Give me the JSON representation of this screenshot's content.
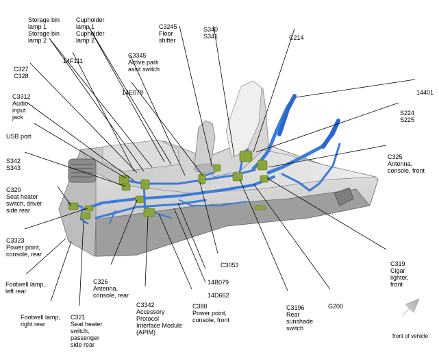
{
  "labels": {
    "storage_bin": [
      "Storage bin",
      "lamp 1",
      "Storage bin",
      "lamp 2"
    ],
    "cupholder": [
      "Cupholder",
      "lamp 1",
      "Cupholder",
      "lamp 2"
    ],
    "c3245": [
      "C3245",
      "Floor",
      "shifter"
    ],
    "s340": [
      "S340",
      "S341"
    ],
    "c214": [
      "C214"
    ],
    "f14f111": [
      "14F111"
    ],
    "c3345": [
      "C3345",
      "Active park",
      "assit switch"
    ],
    "c327": [
      "C327",
      "C328"
    ],
    "e14e078": [
      "14E078"
    ],
    "n14401": [
      "14401"
    ],
    "c3312": [
      "C3312",
      "Audio",
      "input",
      "jack"
    ],
    "s224": [
      "S224",
      "S225"
    ],
    "usb": [
      "USB port"
    ],
    "c325": [
      "C325",
      "Antenna,",
      "console, front"
    ],
    "s342": [
      "S342",
      "S343"
    ],
    "c320": [
      "C320",
      "Seat heater",
      "switch, driver",
      "side rear"
    ],
    "c3323": [
      "C3323",
      "Power point,",
      "console, rear"
    ],
    "c319": [
      "C319",
      "Cigar",
      "lighter,",
      "front"
    ],
    "c3053": [
      "C3053"
    ],
    "c326": [
      "C326",
      "Antenna,",
      "console, rear"
    ],
    "b14b079": [
      "14B079"
    ],
    "footwell_left": [
      "Footwell lamp,",
      "left rear"
    ],
    "d14d662": [
      "14D662"
    ],
    "g200": [
      "G200"
    ],
    "c3342": [
      "C3342",
      "Accessory",
      "Protocol",
      "Interface Module",
      "(APIM)"
    ],
    "c380": [
      "C380",
      "Power point,",
      "console, front"
    ],
    "c3196": [
      "C3196",
      "Rear",
      "sunshade",
      "switch"
    ],
    "footwell_right": [
      "Footwell lamp,",
      "right rear"
    ],
    "c321": [
      "C321",
      "Seat heater",
      "switch,",
      "passenger",
      "side rear"
    ],
    "front_of_vehicle": [
      "front of vehicle"
    ]
  },
  "colors": {
    "console_body": "#d9d9d9",
    "console_dark": "#9a9a9a",
    "harness_blue": "#3d7bd9",
    "connector_green": "#8aa63a",
    "leader": "#000000",
    "arrow_grey": "#c8c8c8"
  }
}
